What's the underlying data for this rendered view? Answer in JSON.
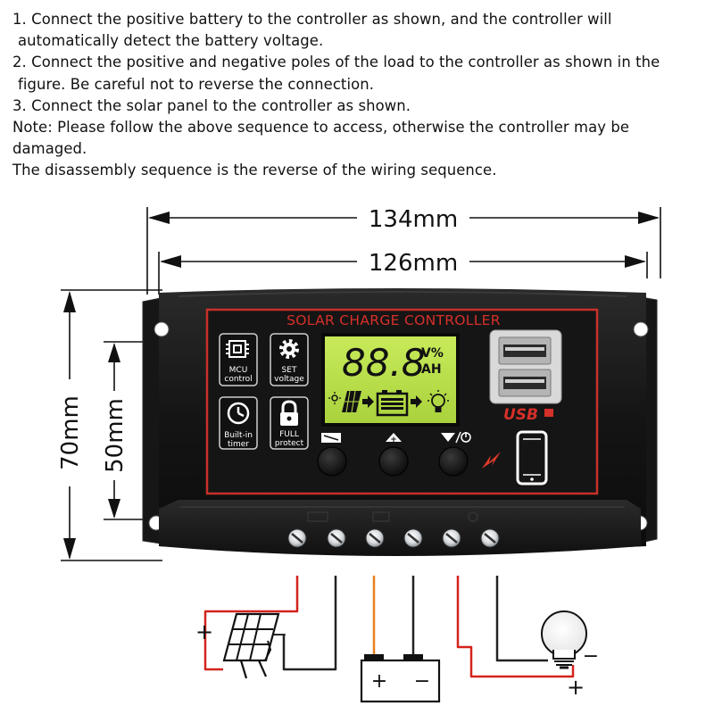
{
  "instructions": {
    "lines": [
      "1. Connect the positive battery to the controller as shown, and the controller will",
      "automatically detect the battery voltage.",
      "2. Connect the positive and negative poles of the load to the controller as shown in the",
      "figure. Be careful not to reverse the connection.",
      "3. Connect the solar panel to the controller as shown.",
      "Note: Please follow the above sequence to access, otherwise the controller may be",
      "damaged.",
      "The disassembly sequence is the reverse of the wiring sequence."
    ]
  },
  "dimensions": {
    "overall_width": "134mm",
    "hole_spacing": "126mm",
    "overall_height": "70mm",
    "hole_height": "50mm"
  },
  "controller": {
    "title": "SOLAR CHARGE CONTROLLER",
    "lcd_digits": "88.8",
    "lcd_units_top": "V%",
    "lcd_units_bottom": "AH",
    "usb_label": "USB",
    "features": [
      {
        "label_line1": "MCU",
        "label_line2": "control",
        "icon": "chip-icon"
      },
      {
        "label_line1": "SET",
        "label_line2": "voltage",
        "icon": "gear-icon"
      },
      {
        "label_line1": "Built-in",
        "label_line2": "timer",
        "icon": "clock-icon"
      },
      {
        "label_line1": "FULL",
        "label_line2": "protect",
        "icon": "lock-icon"
      }
    ],
    "buttons": [
      "menu-button",
      "up-button",
      "down-power-button"
    ]
  },
  "wiring": {
    "solar_plus": "+",
    "solar_minus": "−",
    "battery_plus": "+",
    "battery_minus": "−",
    "load_plus": "+",
    "load_minus": "−"
  },
  "colors": {
    "case": "#141414",
    "panel_border": "#c8312a",
    "title_red": "#d6302a",
    "lcd": "#b9e04a",
    "wire_red": "#d4231c",
    "wire_orange": "#e8801c",
    "wire_dark": "#222222"
  }
}
